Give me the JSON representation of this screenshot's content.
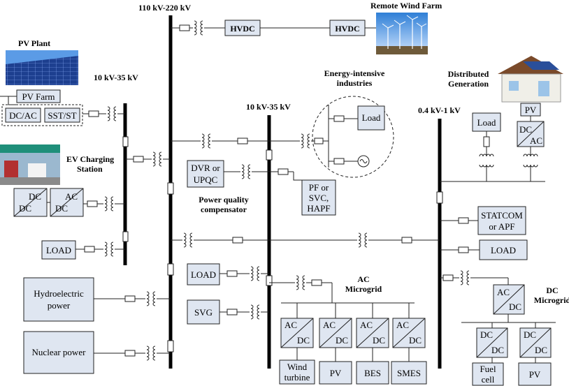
{
  "buses": {
    "hv": "110 kV-220 kV",
    "mv_left": "10 kV-35 kV",
    "mv_mid": "10 kV-35 kV",
    "lv": "0.4 kV-1 kV"
  },
  "sources": {
    "pv_plant": "PV Plant",
    "pv_farm": "PV Farm",
    "dcac": "DC/AC",
    "sst": "SST/ST",
    "ev_station": [
      "EV Charging",
      "Station"
    ],
    "load_left": "LOAD",
    "hydro": [
      "Hydroelectric",
      "power"
    ],
    "nuclear": "Nuclear power",
    "hvdc_1": "HVDC",
    "hvdc_2": "HVDC",
    "wind_farm": "Remote Wind Farm"
  },
  "converters": {
    "dc": "DC",
    "ac": "AC"
  },
  "middle": {
    "energy_intensive": [
      "Energy-intensive",
      "industries"
    ],
    "ind_load": "Load",
    "dvr": [
      "DVR or",
      "UPQC"
    ],
    "pf": [
      "PF or",
      "SVC,",
      "HAPF"
    ],
    "pqc": [
      "Power quality",
      "compensator"
    ],
    "load_mid": "LOAD",
    "svg": "SVG"
  },
  "ac_microgrid": {
    "title": [
      "AC",
      "Microgrid"
    ],
    "units": [
      "Wind turbine",
      "PV",
      "BES",
      "SMES"
    ],
    "wind_lines": [
      "Wind",
      "turbine"
    ]
  },
  "lv_side": {
    "distributed": [
      "Distributed",
      "Generation"
    ],
    "load_dg": "Load",
    "pv_dg": "PV",
    "statcom": [
      "STATCOM",
      "or APF"
    ],
    "load_lv": "LOAD"
  },
  "dc_microgrid": {
    "title": [
      "DC",
      "Microgrid"
    ],
    "fuel": [
      "Fuel",
      "cell"
    ],
    "pv": "PV"
  }
}
